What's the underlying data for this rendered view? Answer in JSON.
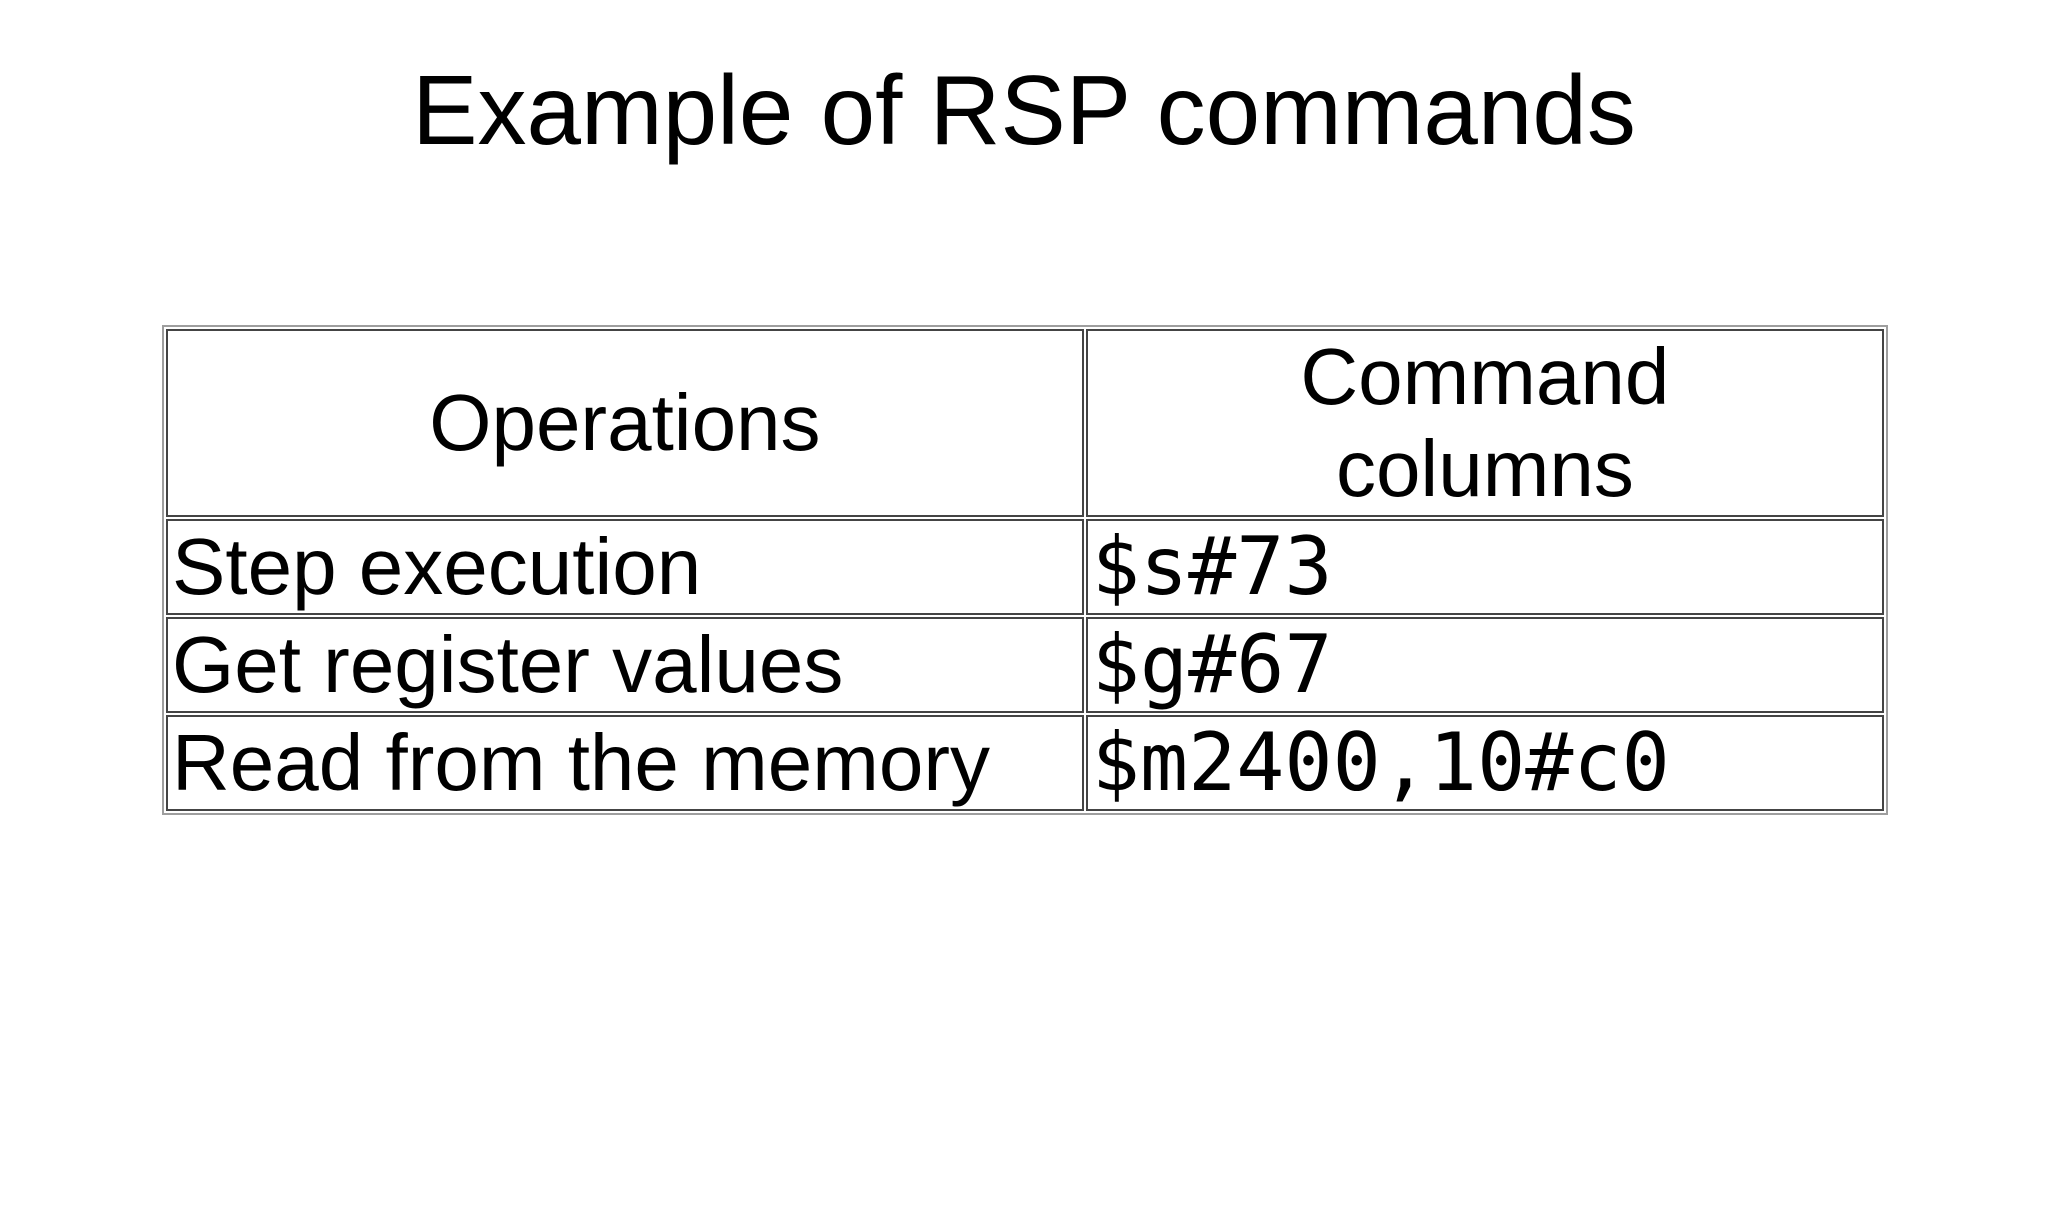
{
  "page": {
    "title": "Example of RSP commands"
  },
  "table": {
    "headers": {
      "operations": "Operations",
      "commands": "Command\ncolumns"
    },
    "rows": [
      {
        "operation": "Step execution",
        "command": "$s#73"
      },
      {
        "operation": "Get register values",
        "command": "$g#67"
      },
      {
        "operation": "Read from the memory",
        "command": "$m2400,10#c0"
      }
    ]
  },
  "colors": {
    "background": "#ffffff",
    "text": "#000000",
    "table_outer_border": "#9e9e9e",
    "cell_border": "#444444"
  }
}
